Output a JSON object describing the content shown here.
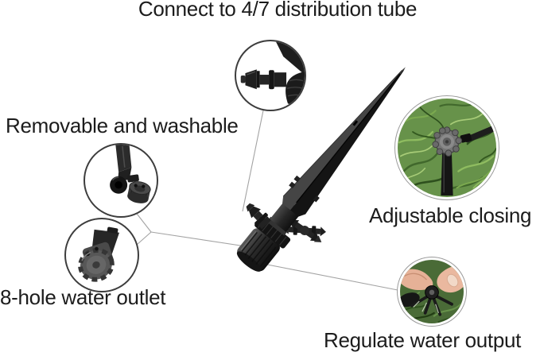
{
  "labels": {
    "connect_tube": "Connect to 4/7 distribution tube",
    "removable": "Removable and washable",
    "water_outlet": "8-hole water outlet",
    "adjustable_closing": "Adjustable closing",
    "regulate_output": "Regulate water output"
  },
  "colors": {
    "background": "#ffffff",
    "text": "#1c1c1c",
    "callout_line": "#a3a3a3",
    "circle_border": "#3d3d3d",
    "product_dark": "#161616",
    "product_mid": "#2e2e2e",
    "product_light": "#4f4f4f",
    "grass_base": "#67924a",
    "grass_light": "#a4c97a",
    "grass_dark": "#2e501e",
    "skin": "#e6b197",
    "nail": "#f2d9c8"
  }
}
